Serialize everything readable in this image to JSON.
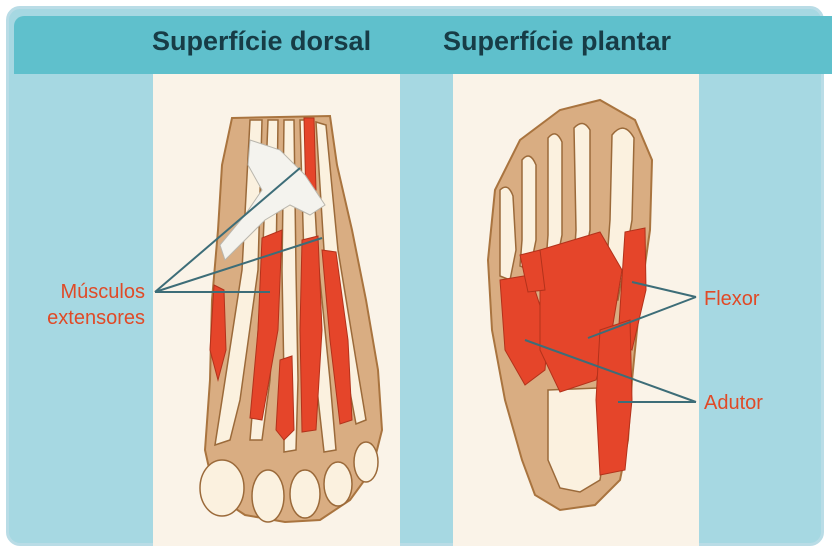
{
  "titles": {
    "dorsal": "Superfície dorsal",
    "plantar": "Superfície plantar"
  },
  "labels": {
    "extensores_line1": "Músculos",
    "extensores_line2": "extensores",
    "flexor": "Flexor",
    "adutor": "Adutor"
  },
  "colors": {
    "background": "#a6d8e2",
    "header": "#5fc0cc",
    "panel": "#faf3e8",
    "skin": "#d9ad82",
    "bone": "#fbf1df",
    "muscle": "#e5452a",
    "label": "#e04a27",
    "leader_line": "#3d6d78"
  }
}
